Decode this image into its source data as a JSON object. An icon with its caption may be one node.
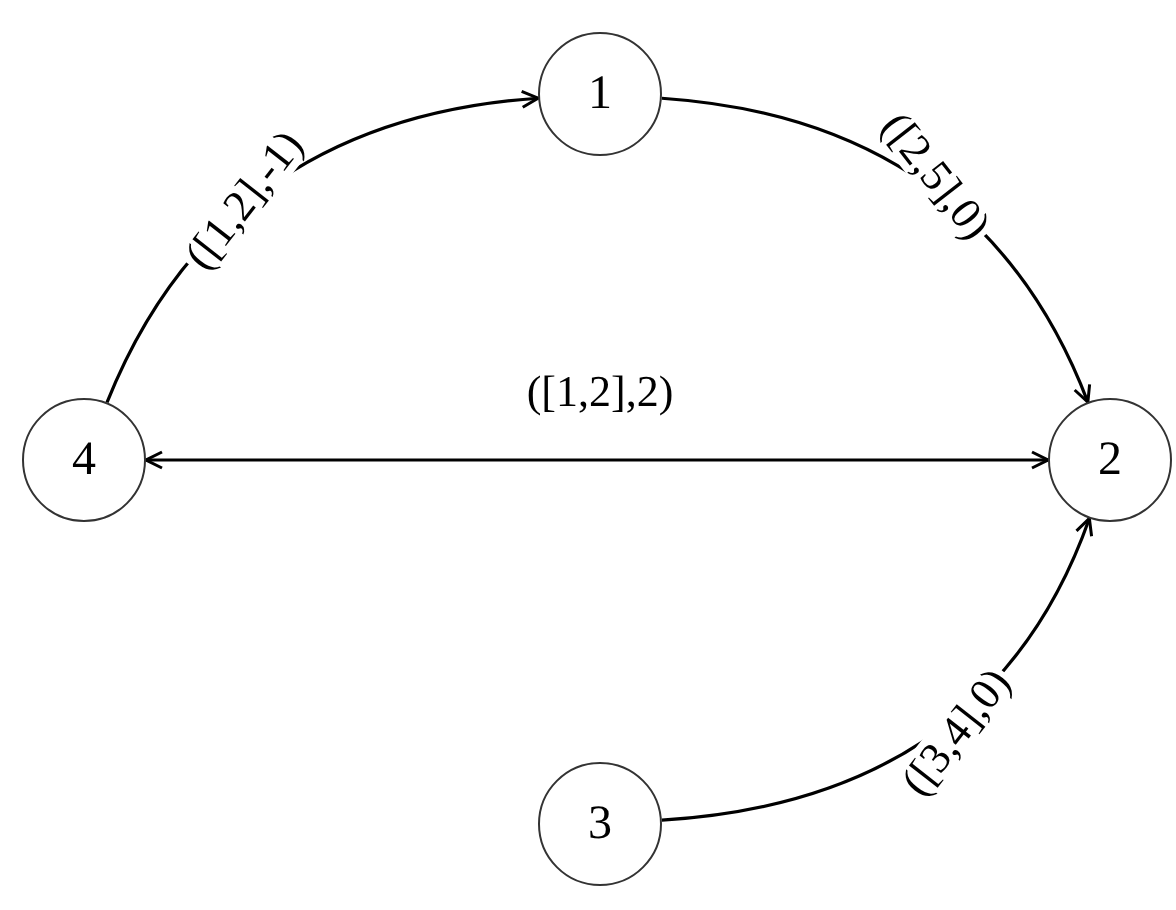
{
  "diagram": {
    "nodes": [
      {
        "text": [
          "1"
        ]
      },
      {
        "text": [
          "4"
        ]
      },
      {
        "text": [
          "2"
        ]
      },
      {
        "text": [
          "3"
        ]
      }
    ],
    "edges": [
      {
        "from": 1,
        "to": 0,
        "arrow": "to",
        "label": "([1,2],-1)"
      },
      {
        "from": 0,
        "to": 2,
        "arrow": "to",
        "label": "([2,5],0)"
      },
      {
        "from": 1,
        "to": 2,
        "arrow": "both",
        "label": "([1,2],2)"
      },
      {
        "from": 3,
        "to": 2,
        "arrow": "to",
        "label": "([3,4],0)"
      }
    ]
  }
}
